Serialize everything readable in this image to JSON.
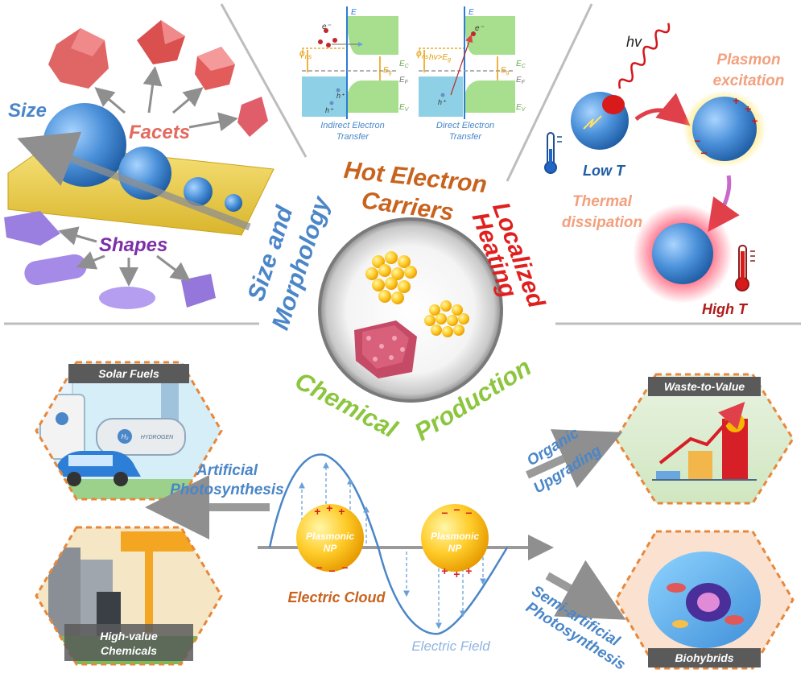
{
  "colors": {
    "blue": "#4a86c8",
    "orange": "#c8631e",
    "red": "#e01f1f",
    "green": "#8cc63f",
    "purple": "#7b2fa8",
    "salmon": "#e26a5f",
    "peach": "#f2a07e",
    "gray": "#9a9a9a"
  },
  "top_left": {
    "size": "Size",
    "facets": "Facets",
    "shapes": "Shapes"
  },
  "band": {
    "indirect_transfer": [
      "Indirect Electron",
      "Transfer"
    ],
    "direct_transfer": [
      "Direct Electron",
      "Transfer"
    ],
    "E": "E",
    "Ec": "E",
    "Ef": "E",
    "Ev": "E",
    "Eg": "E",
    "sub_c": "C",
    "sub_f": "F",
    "sub_v": "V",
    "sub_g": "g",
    "phi": "ϕ",
    "phi_sub": "ns",
    "e_minus": "e⁻",
    "h_plus": "h⁺",
    "hv_gt_eg": "hv>E"
  },
  "top_right": {
    "hv": "hv",
    "plasmon": [
      "Plasmon",
      "excitation"
    ],
    "thermal": [
      "Thermal",
      "dissipation"
    ],
    "low_t": "Low T",
    "high_t": "High T"
  },
  "center": {
    "hot_electron": [
      "Hot Electron",
      "Carriers"
    ],
    "localized": [
      "Localized",
      "Heating"
    ],
    "size_morph": [
      "Size and",
      "Morphology"
    ],
    "chemical": "Chemical",
    "production": "Production"
  },
  "bottom": {
    "solar_fuels": "Solar Fuels",
    "high_value": [
      "High-value",
      "Chemicals"
    ],
    "waste_to_value": "Waste-to-Value",
    "biohybrids": "Biohybrids",
    "artificial": [
      "Artificial",
      "Photosynthesis"
    ],
    "organic": [
      "Organic",
      "Upgrading"
    ],
    "semi": [
      "Semi-artificial",
      "Photosynthesis"
    ],
    "plasmonic_np": [
      "Plasmonic",
      "NP"
    ],
    "electric_cloud": "Electric Cloud",
    "electric_field": "Electric Field",
    "hydrogen": "HYDROGEN",
    "h2": "H₂",
    "plus": "+",
    "minus": "−"
  }
}
